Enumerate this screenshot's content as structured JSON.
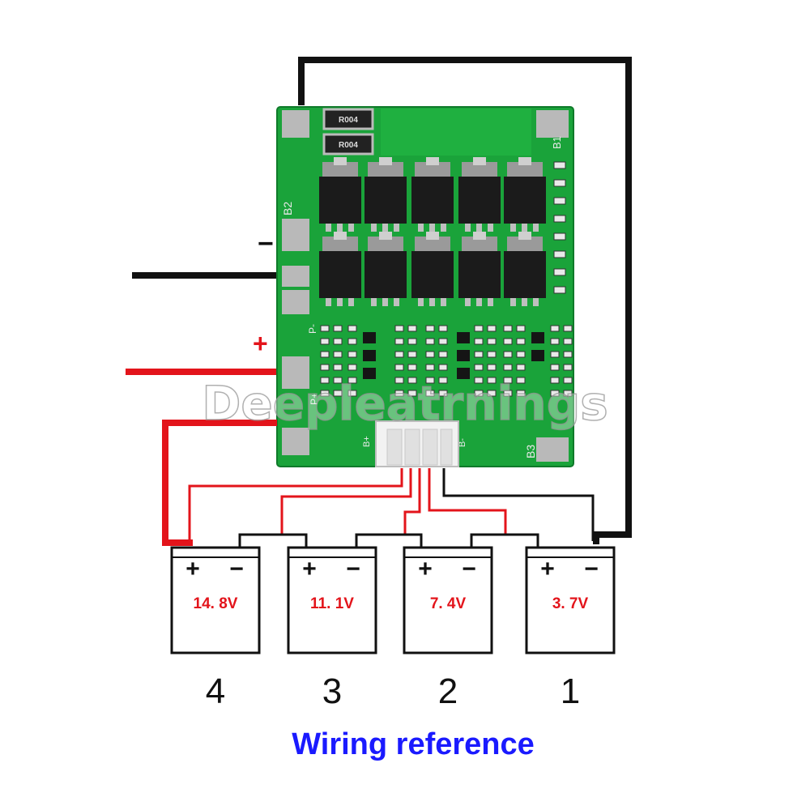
{
  "board": {
    "pads": {
      "b1": "B1",
      "b2": "B2",
      "b3": "B3",
      "bplus": "B+",
      "bminus": "B-",
      "pminus": "P-",
      "pplus": "P+"
    },
    "resistor_codes": [
      "R004",
      "R004"
    ],
    "colors": {
      "pcb": "#1aa33a",
      "pcb_dark": "#0e7e2a",
      "mosfet": "#1b1b1b",
      "mosfet_tab": "#9a9a9a",
      "pad": "#b9b9b9",
      "connector": "#f2f2f2"
    }
  },
  "output_wires": {
    "minus_label": "−",
    "plus_label": "+",
    "minus_color": "#111111",
    "plus_color": "#e3141b"
  },
  "batteries": [
    {
      "voltage": "14. 8V",
      "number": "4",
      "plus": "+",
      "minus": "−"
    },
    {
      "voltage": "11. 1V",
      "number": "3",
      "plus": "+",
      "minus": "−"
    },
    {
      "voltage": "7. 4V",
      "number": "2",
      "plus": "+",
      "minus": "−"
    },
    {
      "voltage": "3. 7V",
      "number": "1",
      "plus": "+",
      "minus": "−"
    }
  ],
  "caption": "Wiring reference",
  "caption_color": "#1a1aff",
  "voltage_color": "#e3141b",
  "watermark": "Deepleatrnings"
}
